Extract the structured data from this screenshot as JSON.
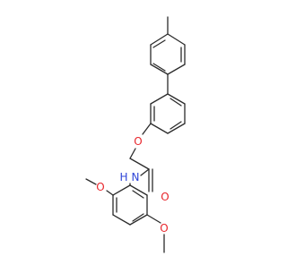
{
  "molecule": {
    "atom_labels": {
      "ether_oxygen": "O",
      "carbonyl_oxygen": "O",
      "amide_nitrogen": "N",
      "amide_hydrogen": "H",
      "methoxy_oxygen_ortho": "O",
      "methoxy_oxygen_meta": "O"
    }
  },
  "colors": {
    "bond": "#2b2b2b",
    "oxygen": "#e8262c",
    "nitrogen": "#2f45d8",
    "background": "#ffffff"
  }
}
